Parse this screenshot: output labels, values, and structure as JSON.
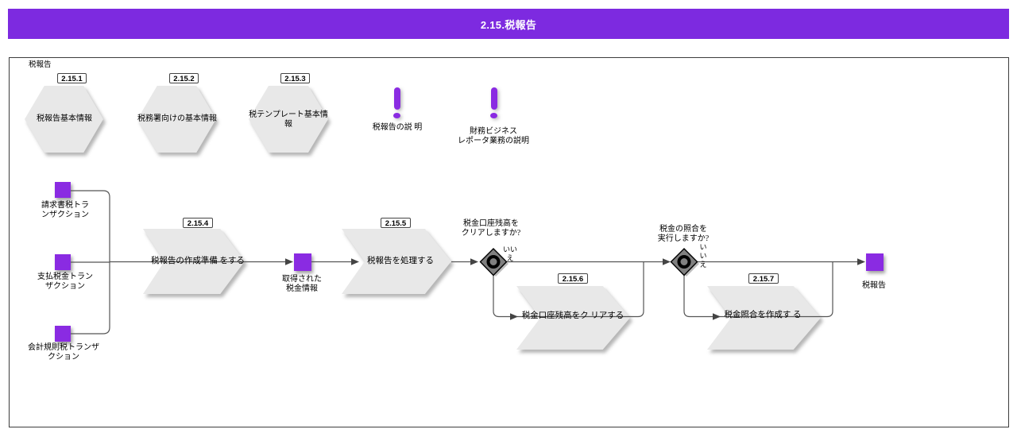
{
  "colors": {
    "header_purple": "#7D2AE0",
    "node_purple": "#8A2BE2",
    "shape_gray": "#E8E8E8",
    "gateway_gray": "#808080",
    "line_gray": "#555555"
  },
  "header": {
    "title": "2.15.税報告"
  },
  "frame": {
    "label": "税報告"
  },
  "hexagons": [
    {
      "id": "2.15.1",
      "label": "税報告基本情報"
    },
    {
      "id": "2.15.2",
      "label": "税務署向けの基本情報"
    },
    {
      "id": "2.15.3",
      "label": "税テンプレート基本情\n報"
    }
  ],
  "notes": [
    {
      "label": "税報告の説 明"
    },
    {
      "label": "財務ビジネス\nレポータ業務の説明"
    }
  ],
  "inputs": [
    {
      "label": "請求書税トラ\nンザクション"
    },
    {
      "label": "支払税金トラン\nザクション"
    },
    {
      "label": "会計規則税トランザ\nクション"
    }
  ],
  "steps": {
    "prepare": {
      "id": "2.15.4",
      "label": "税報告の作成準備 をする"
    },
    "artifact": {
      "label": "取得された\n税金情報"
    },
    "process": {
      "id": "2.15.5",
      "label": "税報告を処理する"
    },
    "decision1": {
      "question": "税金口座残高を\nクリアしますか?",
      "no": "いい\nえ"
    },
    "clear": {
      "id": "2.15.6",
      "label": "税金口座残高をク リアする"
    },
    "decision2": {
      "question": "税金の照合を\n実行しますか?",
      "no": "い\nい\nえ"
    },
    "reconcile": {
      "id": "2.15.7",
      "label": "税金照合を作成す る"
    },
    "output": {
      "label": "税報告"
    }
  }
}
